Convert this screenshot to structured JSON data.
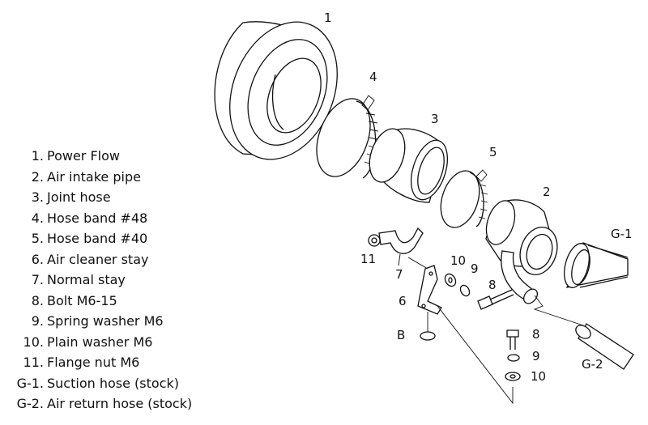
{
  "legend": [
    {
      "num": "1.",
      "text": "Power Flow"
    },
    {
      "num": "2.",
      "text": "Air intake pipe"
    },
    {
      "num": "3.",
      "text": "Joint hose"
    },
    {
      "num": "4.",
      "text": "Hose band  #48"
    },
    {
      "num": "5.",
      "text": "Hose band  #40"
    },
    {
      "num": "6.",
      "text": "Air cleaner stay"
    },
    {
      "num": "7.",
      "text": "Normal stay"
    },
    {
      "num": "8.",
      "text": "Bolt  M6-15"
    },
    {
      "num": "9.",
      "text": "Spring washer  M6"
    },
    {
      "num": "10.",
      "text": "Plain washer  M6"
    },
    {
      "num": "11.",
      "text": "Flange nut  M6"
    },
    {
      "num": "G-1.",
      "text": "Suction hose (stock)"
    },
    {
      "num": "G-2.",
      "text": "Air return hose (stock)"
    }
  ],
  "callouts": {
    "c1": "1",
    "c2": "2",
    "c3": "3",
    "c4": "4",
    "c5": "5",
    "c6": "6",
    "c7": "7",
    "c8a": "8",
    "c8b": "8",
    "c9a": "9",
    "c9b": "9",
    "c10a": "10",
    "c10b": "10",
    "c11": "11",
    "cB": "B",
    "cG1": "G-1",
    "cG2": "G-2"
  }
}
